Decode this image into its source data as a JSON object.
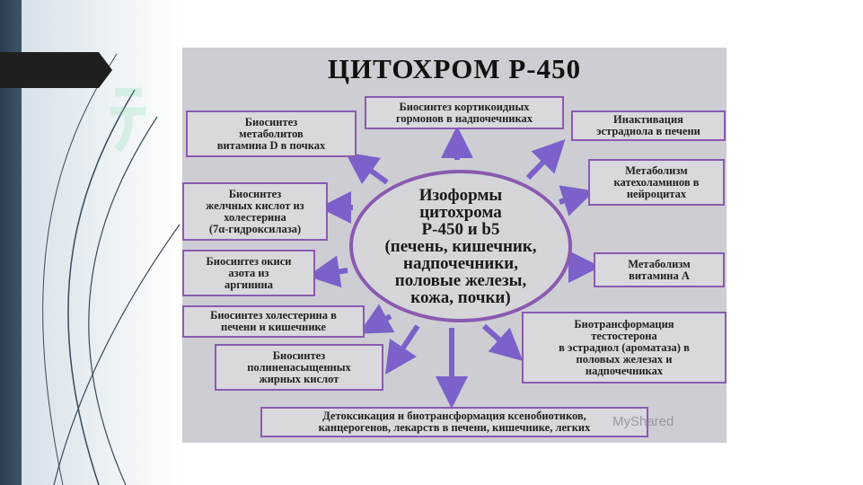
{
  "title": "ЦИТОХРОМ Р-450",
  "center": "Изоформы\nцитохрома\nР-450 и b5\n(печень, кишечник,\nнадпочечники,\nполовые железы,\nкожа, почки)",
  "boxes": {
    "cortico": "Биосинтез кортикоидных\nгормонов в надпочечниках",
    "vitd": "Биосинтез\nметаболитов\nвитамина D в почках",
    "estradiol": "Инактивация\nэстрадиола в печени",
    "catechol": "Метаболизм\nкатехоламинов в\nнейроцитах",
    "bile": "Биосинтез\nжелчных кислот из\nхолестерина\n(7α-гидроксилаза)",
    "nitric": "Биосинтез окиси\nазота из\nаргинина",
    "vita": "Метаболизм\nвитамина А",
    "cholesterol": "Биосинтез холестерина в\nпечени и кишечнике",
    "testosterone": "Биотрансформация\nтестостерона\nв эстрадиол (ароматаза) в\nполовых железах и\nнадпочечниках",
    "pufa": "Биосинтез\nполиненасыщенных\nжирных кислот",
    "detox": "Детоксикация и биотрансформация ксенобиотиков,\nканцерогенов, лекарств в печени, кишечнике, легких"
  },
  "watermark": "MyShared",
  "colors": {
    "accent": "#8a5ab0",
    "arrow": "#7b61c9",
    "panel": "#cdcdd3"
  }
}
